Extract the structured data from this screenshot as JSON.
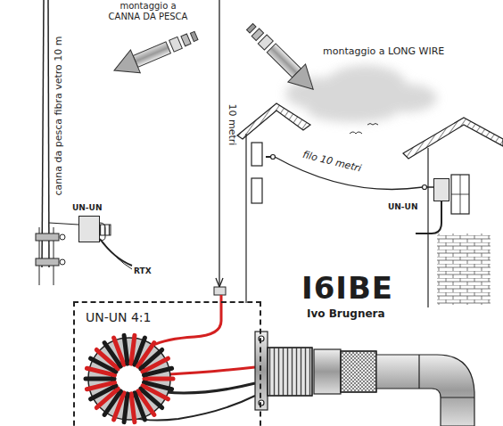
{
  "diagram": {
    "nodes": [
      {
        "text": [
          "UN-UN 4:1"
        ]
      },
      {
        "text": [
          "UN-UN"
        ]
      },
      {
        "text": [
          "UN-UN"
        ]
      }
    ],
    "labels": [
      "montaggio a CANNA DA PESCA",
      "montaggio a LONG WIRE",
      "canna da pesca fibra vetro 10 m",
      "10 metri",
      "RTX",
      "filo 10 metri",
      "I6IBE",
      "Ivo Brugnera"
    ]
  }
}
